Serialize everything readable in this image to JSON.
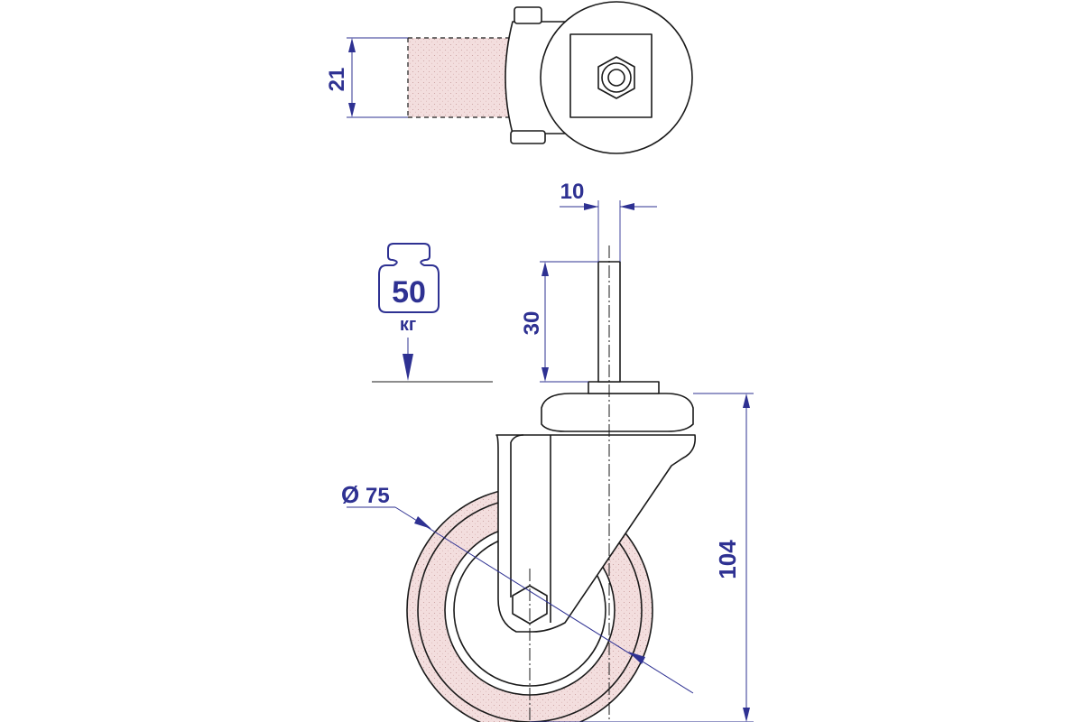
{
  "dimensions": {
    "top_width": "21",
    "stem_diameter": "10",
    "stem_length": "30",
    "wheel_diameter_symbol": "Ø",
    "wheel_diameter": "75",
    "total_height": "104"
  },
  "load_badge": {
    "value": "50",
    "unit": "кг"
  },
  "colors": {
    "dimension": "#2e3192",
    "outline": "#1a1a1a",
    "tread_fill": "#f1dada"
  },
  "icons": [
    "weight-icon",
    "down-arrow-icon"
  ]
}
